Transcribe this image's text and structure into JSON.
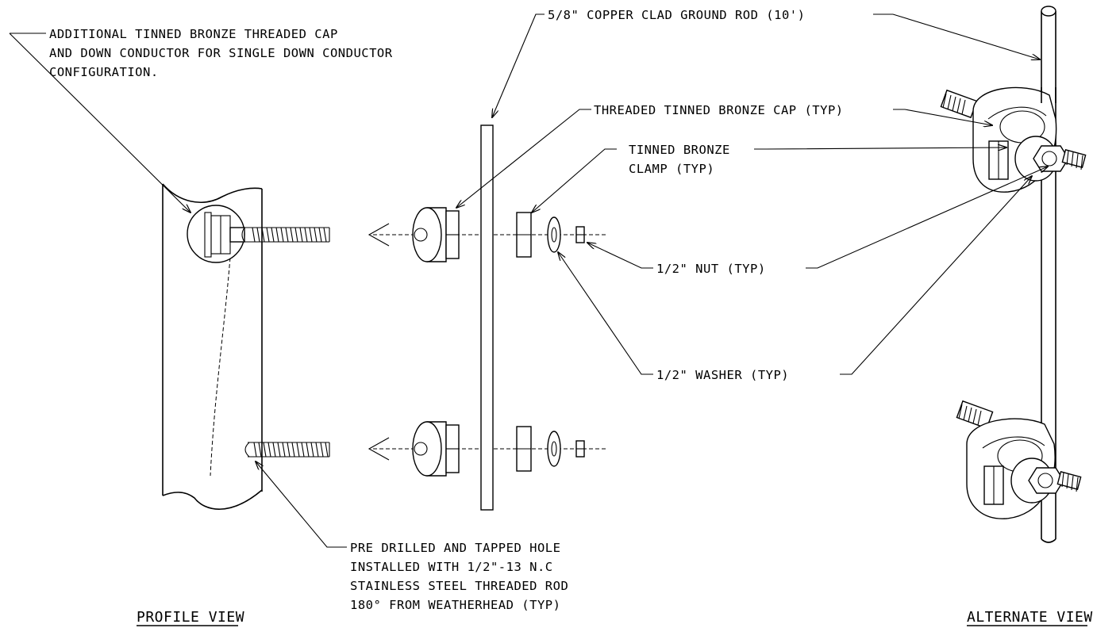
{
  "labels": {
    "additional_cap_line1": "ADDITIONAL TINNED BRONZE THREADED CAP",
    "additional_cap_line2": "AND DOWN CONDUCTOR FOR SINGLE DOWN CONDUCTOR",
    "additional_cap_line3": "CONFIGURATION.",
    "ground_rod": "5/8\" COPPER CLAD GROUND ROD (10')",
    "threaded_cap": "THREADED TINNED BRONZE CAP (TYP)",
    "clamp_line1": "TINNED BRONZE",
    "clamp_line2": "CLAMP (TYP)",
    "nut": "1/2\" NUT (TYP)",
    "washer": "1/2\" WASHER (TYP)",
    "hole_line1": "PRE DRILLED AND TAPPED HOLE",
    "hole_line2": "INSTALLED WITH 1/2\"-13 N.C",
    "hole_line3": "STAINLESS STEEL THREADED ROD",
    "hole_line4": "180° FROM WEATHERHEAD (TYP)"
  },
  "titles": {
    "profile": "PROFILE VIEW",
    "alternate": "ALTERNATE VIEW"
  }
}
